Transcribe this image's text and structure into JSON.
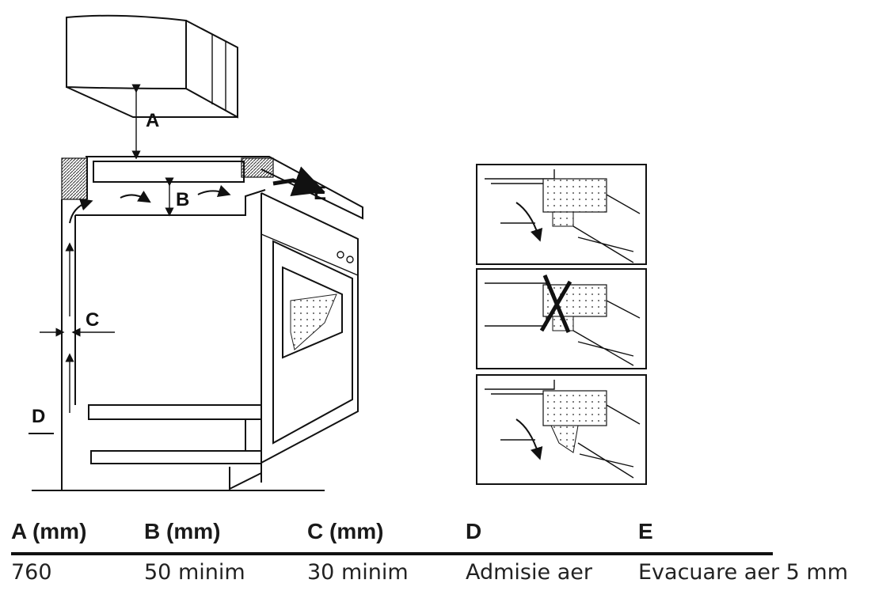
{
  "labels": {
    "a": "A",
    "b": "B",
    "c": "C",
    "d": "D",
    "e": "E"
  },
  "table": {
    "headers": [
      "A (mm)",
      "B (mm)",
      "C (mm)",
      "D",
      "E"
    ],
    "values": [
      "760",
      "50 minim",
      "30 minim",
      "Admisie aer",
      "Evacuare aer 5 mm"
    ]
  }
}
